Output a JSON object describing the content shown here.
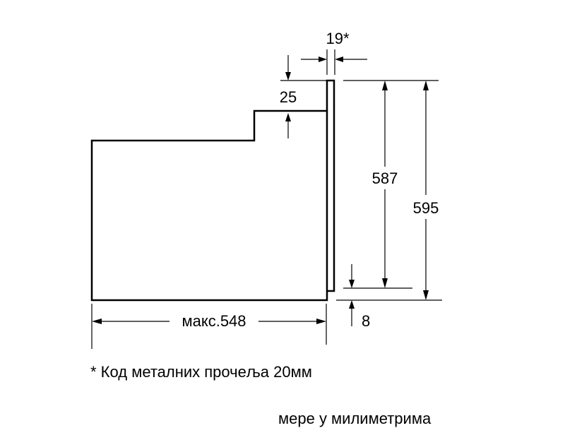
{
  "dimensions": {
    "front_thickness": "19*",
    "top_step": "25",
    "inner_height": "587",
    "total_height": "595",
    "max_depth": "макс.548",
    "bottom_gap": "8"
  },
  "notes": {
    "footnote": "* Код металних прочеља 20мм",
    "units": "мере у милиметрима"
  }
}
